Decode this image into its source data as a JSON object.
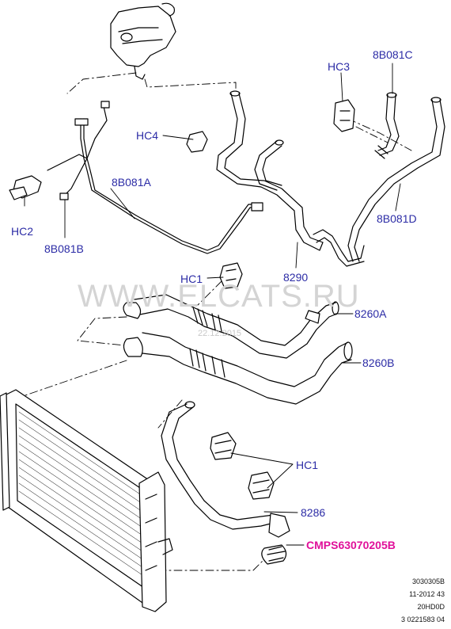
{
  "watermark": {
    "text": "WWW.ELCATS.RU",
    "date": "22.12.2015"
  },
  "labels": {
    "hc3": "HC3",
    "b081c": "8B081C",
    "hc4": "HC4",
    "b081a": "8B081A",
    "hc2": "HC2",
    "b081b": "8B081B",
    "b081d": "8B081D",
    "p8290": "8290",
    "hc1_top": "HC1",
    "p8260a": "8260A",
    "p8260b": "8260B",
    "hc1_bottom": "HC1",
    "p8286": "8286",
    "cmps": "CMPS63070205B"
  },
  "colors": {
    "callout": "#2c2ca6",
    "highlight": "#e0109a"
  },
  "codes": [
    "3030305B",
    "11-2012 43",
    "20HD0D",
    "3 0221583 04"
  ]
}
